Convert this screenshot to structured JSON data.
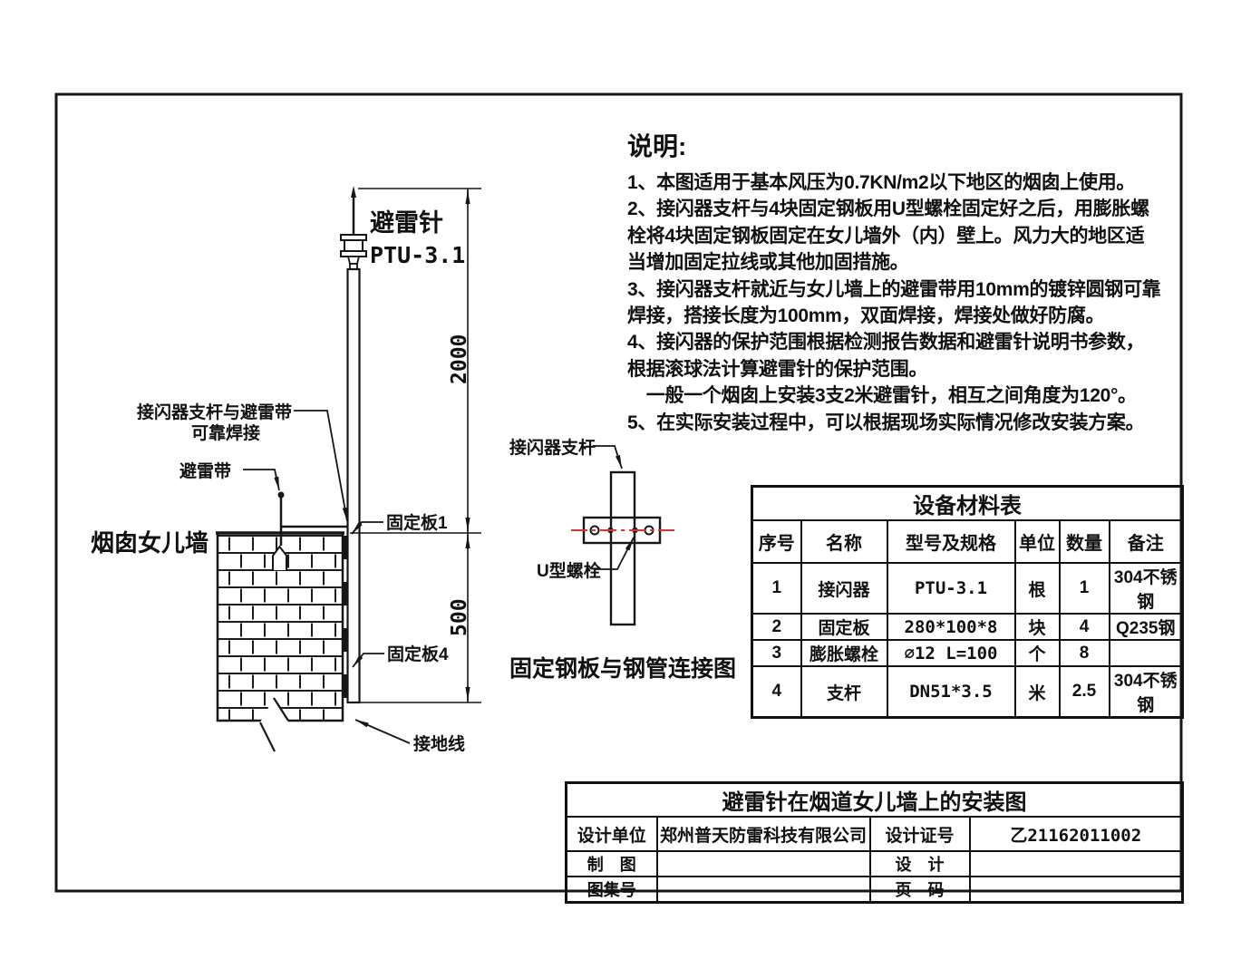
{
  "notes": {
    "heading": "说明:",
    "lines": [
      "1、本图适用于基本风压为0.7KN/m2以下地区的烟囱上使用。",
      "2、接闪器支杆与4块固定钢板用U型螺栓固定好之后，用膨胀螺",
      "栓将4块固定钢板固定在女儿墙外（内）壁上。风力大的地区适",
      "当增加固定拉线或其他加固措施。",
      "3、接闪器支杆就近与女儿墙上的避雷带用10mm的镀锌圆钢可靠",
      "焊接，搭接长度为100mm，双面焊接，焊接处做好防腐。",
      "4、接闪器的保护范围根据检测报告数据和避雷针说明书参数，",
      "根据滚球法计算避雷针的保护范围。",
      "　一般一个烟囱上安装3支2米避雷针，相互之间角度为120°。",
      "5、在实际安装过程中，可以根据现场实际情况修改安装方案。"
    ]
  },
  "elevation": {
    "rod_label_line1": "避雷针",
    "rod_label_line2": "PTU-3.1",
    "dim_2000": "2000",
    "dim_500": "500",
    "weld_label_line1": "接闪器支杆与避雷带",
    "weld_label_line2": "可靠焊接",
    "belt_label": "避雷带",
    "wall_label": "烟囱女儿墙",
    "plate1_label": "固定板1",
    "plate4_label": "固定板4",
    "ground_label": "接地线"
  },
  "detail": {
    "pole_label": "接闪器支杆",
    "ubolt_label": "U型螺栓",
    "caption": "固定钢板与钢管连接图"
  },
  "materials": {
    "title": "设备材料表",
    "headers": [
      "序号",
      "名称",
      "型号及规格",
      "单位",
      "数量",
      "备注"
    ],
    "rows": [
      [
        "1",
        "接闪器",
        "PTU-3.1",
        "根",
        "1",
        "304不锈钢"
      ],
      [
        "2",
        "固定板",
        "280*100*8",
        "块",
        "4",
        "Q235钢"
      ],
      [
        "3",
        "膨胀螺栓",
        "∅12 L=100",
        "个",
        "8",
        ""
      ],
      [
        "4",
        "支杆",
        "DN51*3.5",
        "米",
        "2.5",
        "304不锈钢"
      ]
    ]
  },
  "titleblock": {
    "title": "避雷针在烟道女儿墙上的安装图",
    "design_unit_label": "设计单位",
    "design_unit_value": "郑州普天防雷科技有限公司",
    "cert_label": "设计证号",
    "cert_value": "乙21162011002",
    "draft_label": "制　图",
    "draft_value": "",
    "design_label": "设　计",
    "design_value": "",
    "atlas_label": "图集号",
    "atlas_value": "",
    "page_label": "页　码",
    "page_value": ""
  },
  "colors": {
    "line_black": "#161616",
    "centerline_red": "#c43c3c"
  }
}
